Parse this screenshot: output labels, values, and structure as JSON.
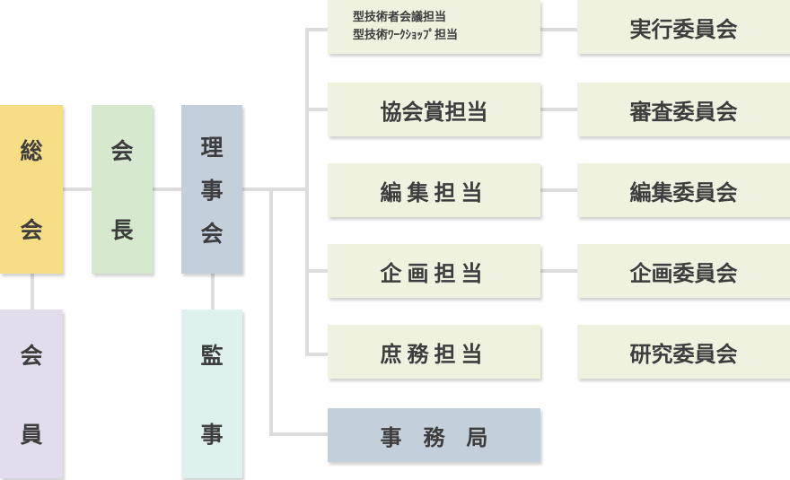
{
  "general_assembly": [
    "総",
    "会"
  ],
  "chairman": [
    "会",
    "長"
  ],
  "board": [
    "理",
    "事",
    "会"
  ],
  "members": [
    "会",
    "員"
  ],
  "auditor": [
    "監",
    "事"
  ],
  "departments": [
    {
      "lines": [
        "型技術者会議担当",
        "型技術ﾜｰｸｼｮｯﾌﾟ担当"
      ]
    },
    {
      "label": "協会賞担当"
    },
    {
      "label": "編集担当"
    },
    {
      "label": "企画担当"
    },
    {
      "label": "庶務担当"
    }
  ],
  "secretariat": "事務局",
  "committees": [
    "実行委員会",
    "審査委員会",
    "編集委員会",
    "企画委員会",
    "研究委員会"
  ]
}
